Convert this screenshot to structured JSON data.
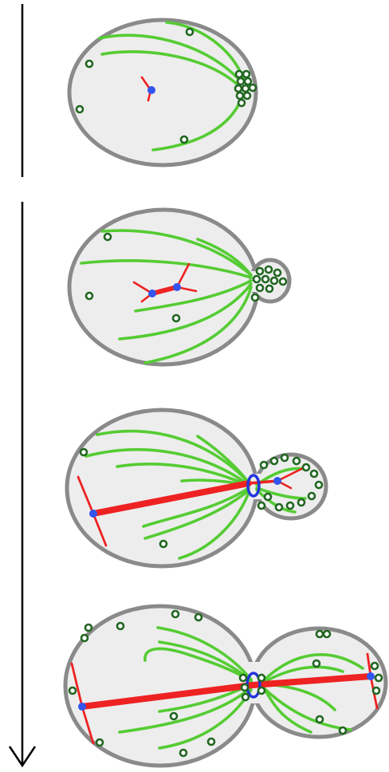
{
  "colors": {
    "cell_fill": "#ededed",
    "cell_outline": "#8a8a8a",
    "microtubule": "#55cc33",
    "spindle": "#ee2222",
    "spindle_pole_body": "#3355ee",
    "organelle_fill": "#ffffff",
    "organelle_outline": "#226622",
    "septin_ring": "#2233dd",
    "arrow": "#000000"
  },
  "panels": [
    {
      "stage": "unbudded",
      "bud_present": false,
      "spindle_present": true,
      "septin_ring_present": false
    },
    {
      "stage": "small-bud",
      "bud_present": true,
      "spindle_present": true,
      "septin_ring_present": false
    },
    {
      "stage": "medium-bud",
      "bud_present": true,
      "spindle_present": true,
      "septin_ring_present": true
    },
    {
      "stage": "large-bud",
      "bud_present": true,
      "spindle_present": true,
      "septin_ring_present": true
    }
  ]
}
